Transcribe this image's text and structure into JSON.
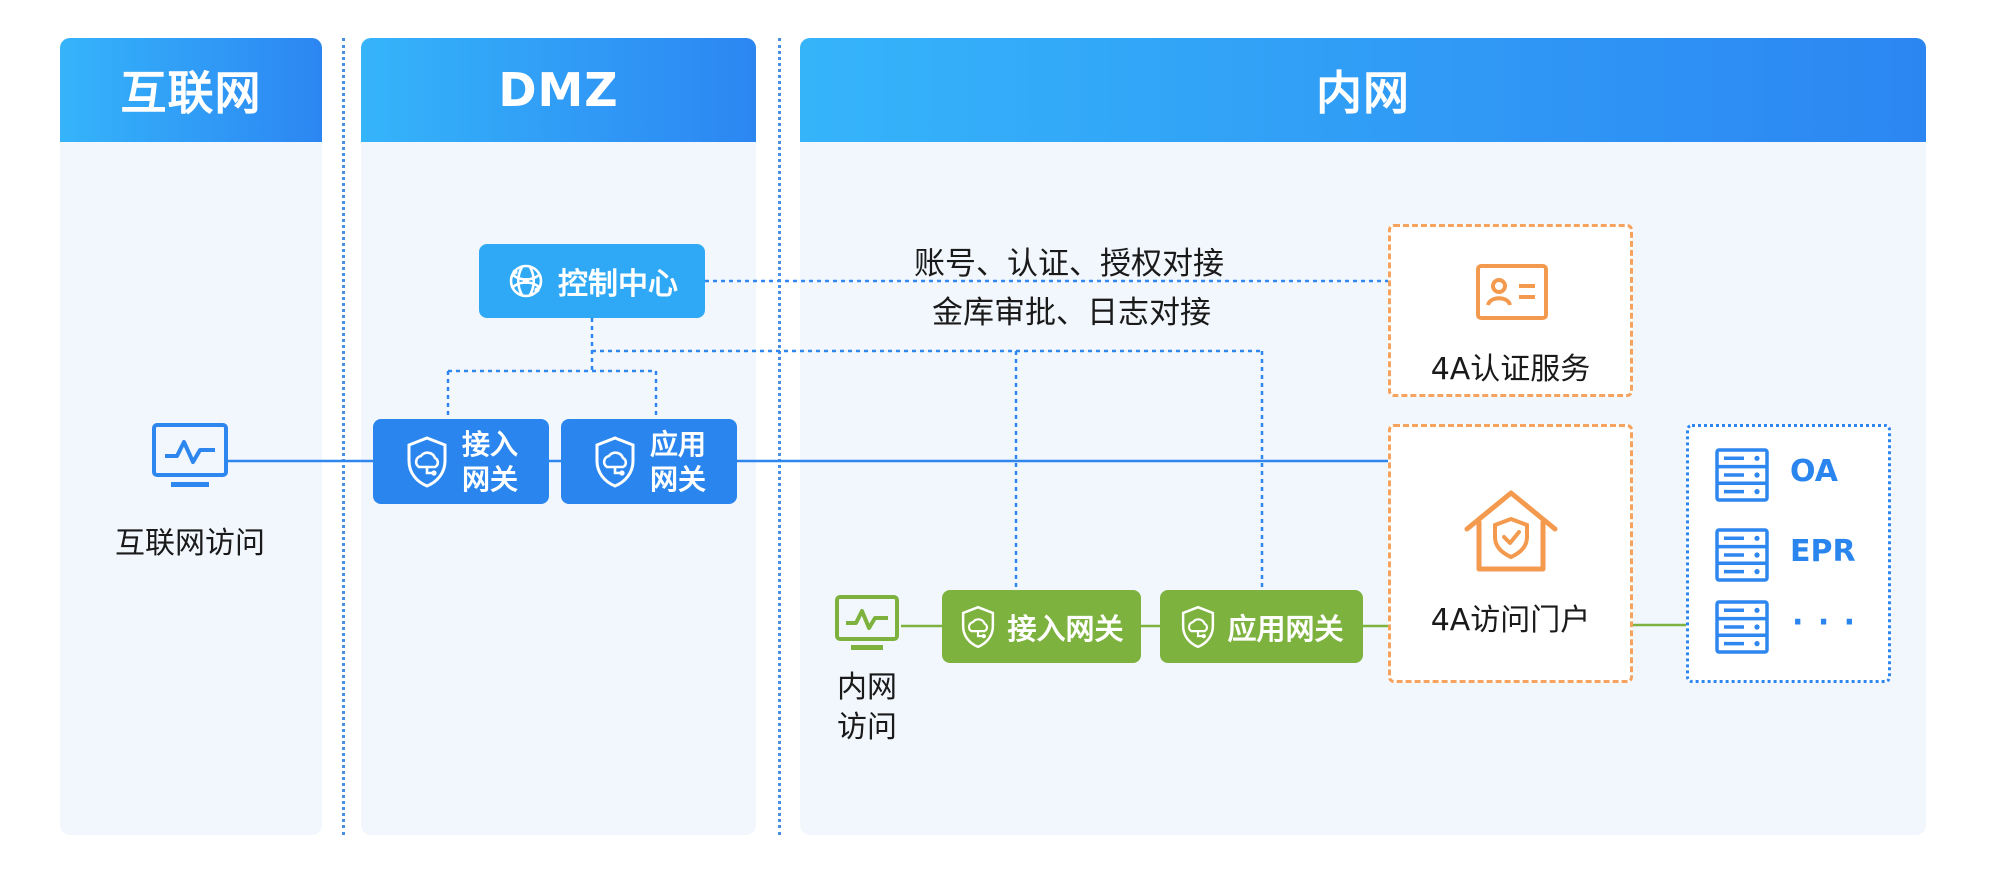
{
  "zones": {
    "internet": "互联网",
    "dmz": "DMZ",
    "intranet": "内网"
  },
  "nodes": {
    "control_center": "控制中心",
    "dmz_access_gateway": [
      "接入",
      "网关"
    ],
    "dmz_app_gateway": [
      "应用",
      "网关"
    ],
    "internet_access": "互联网访问",
    "intranet_access": [
      "内网",
      "访问"
    ],
    "intranet_access_gateway": "接入网关",
    "intranet_app_gateway": "应用网关",
    "auth_service": "4A认证服务",
    "access_portal": "4A访问门户"
  },
  "edge_labels": {
    "line1": "账号、认证、授权对接",
    "line2": "金库审批、日志对接"
  },
  "apps": [
    "OA",
    "EPR",
    "· · ·"
  ],
  "colors": {
    "header_gradient_start": "#35b4fa",
    "header_gradient_end": "#2c86f2",
    "zone_bg": "#f2f7fd",
    "dmz_box": "#2a86ee",
    "control_box": "#2fa9f5",
    "intranet_box": "#7db23e",
    "orange_dashed": "#f6a35f",
    "link_blue": "#2e86ef"
  },
  "icons": {
    "control_center": "globe-network-icon",
    "gateway": "shield-cloud-icon",
    "terminal": "monitor-activity-icon",
    "auth": "id-card-icon",
    "portal": "house-shield-icon",
    "server": "server-icon"
  }
}
